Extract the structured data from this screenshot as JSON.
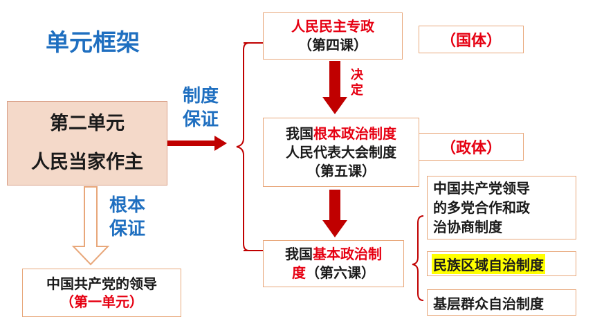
{
  "title": "单元框架",
  "unit": {
    "line1": "第二单元",
    "line2": "人民当家作主"
  },
  "institution_label": {
    "line1": "制度",
    "line2": "保证"
  },
  "fundamental_label": {
    "line1": "根本",
    "line2": "保证"
  },
  "party": {
    "line1": "中国共产党的领导",
    "line2": "（第一单元）"
  },
  "state_system": {
    "title": "人民民主专政",
    "lesson": "（第四课）"
  },
  "decide": {
    "c1": "决",
    "c2": "定"
  },
  "tag_state": "（国体）",
  "fundamental_system": {
    "prefix": "我国",
    "title": "根本政治制度",
    "name": "人民代表大会制度",
    "lesson": "（第五课）"
  },
  "tag_government": "（政体）",
  "basic_system": {
    "prefix": "我国",
    "title_a": "基本政治制",
    "title_b": "度",
    "lesson": "（第六课）"
  },
  "sub_systems": {
    "cpc_line1": "中国共产党领导",
    "cpc_line2": "的多党合作和政",
    "cpc_line3": "治协商制度",
    "ethnic": "民族区域自治制度",
    "grassroots": "基层群众自治制度"
  },
  "colors": {
    "title_blue": "#1f6fc0",
    "accent_red": "#e60012",
    "arrow_red": "#c00000",
    "unit_fill": "#f4d9c9",
    "highlight": "#ffff00"
  }
}
